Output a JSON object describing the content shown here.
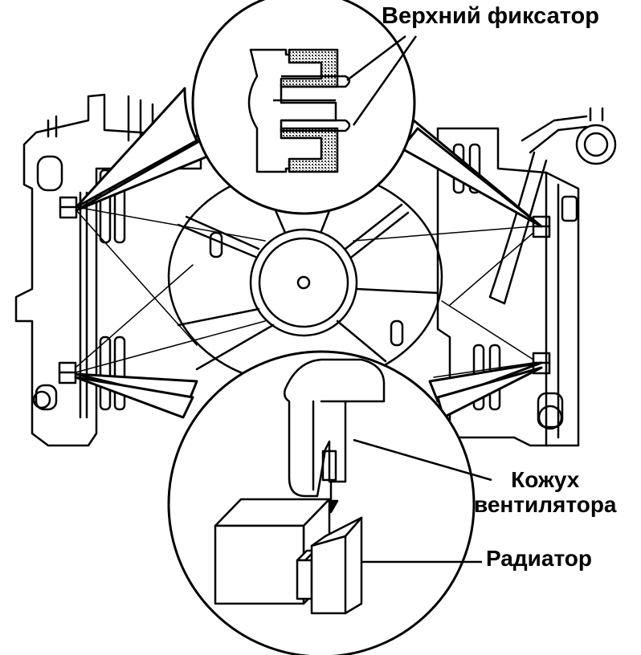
{
  "labels": {
    "upper_clip": "Верхний фиксатор",
    "fan_shroud_line1": "Кожух",
    "fan_shroud_line2": "вентилятора",
    "radiator": "Радиатор"
  },
  "colors": {
    "ink": "#000000",
    "paper": "#ffffff",
    "stipple": "#555555"
  },
  "icons": [
    "down-arrow-icon"
  ]
}
